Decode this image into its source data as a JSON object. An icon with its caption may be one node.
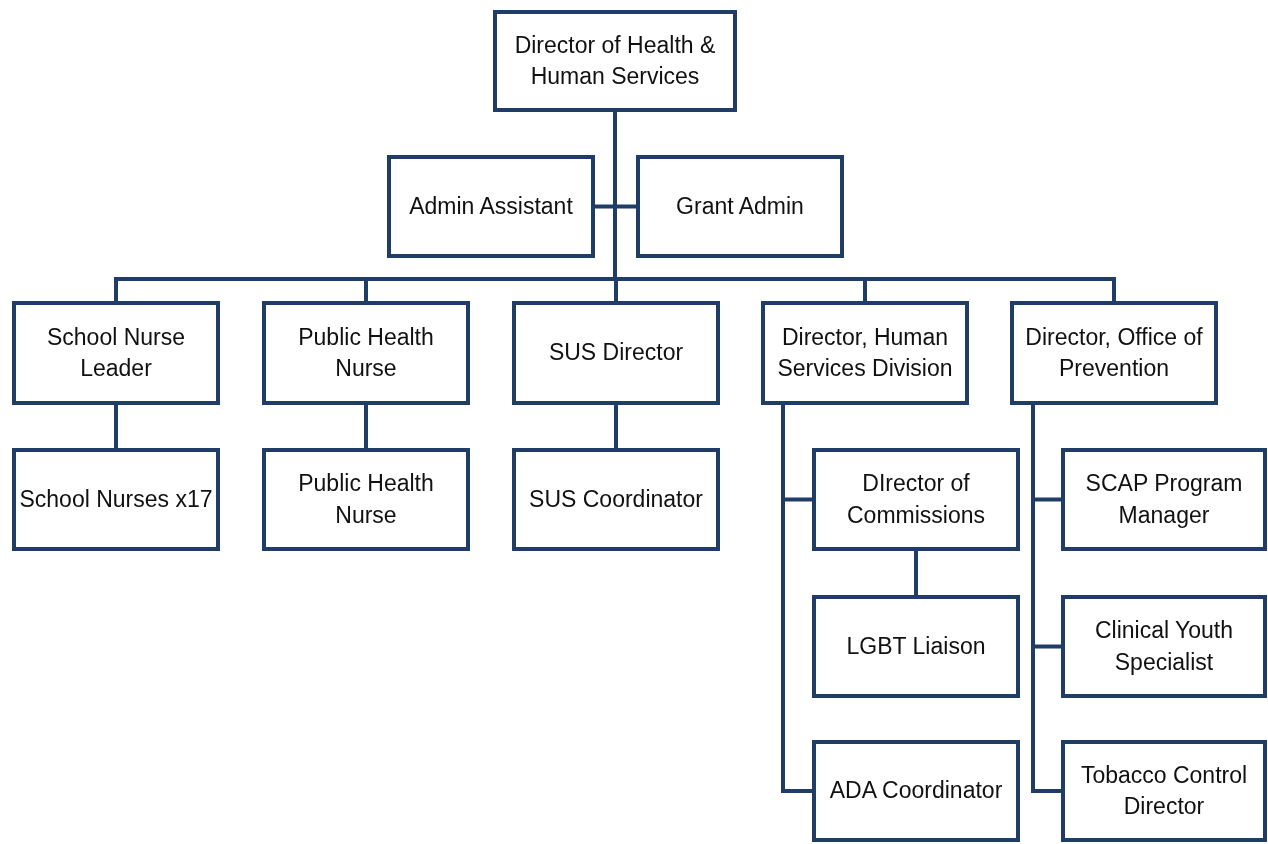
{
  "diagram": {
    "nodes": [
      {
        "text": [
          "Director of Health & Human Services"
        ]
      },
      {
        "text": [
          "Admin Assistant"
        ]
      },
      {
        "text": [
          "Grant Admin"
        ]
      },
      {
        "text": [
          "School Nurse Leader"
        ]
      },
      {
        "text": [
          "Public Health Nurse"
        ]
      },
      {
        "text": [
          "SUS Director"
        ]
      },
      {
        "text": [
          "Director, Human Services Division"
        ]
      },
      {
        "text": [
          "Director, Office of Prevention"
        ]
      },
      {
        "text": [
          "School Nurses x17"
        ]
      },
      {
        "text": [
          "Public Health Nurse"
        ]
      },
      {
        "text": [
          "SUS Coordinator"
        ]
      },
      {
        "text": [
          "DIrector of Commissions"
        ]
      },
      {
        "text": [
          "LGBT Liaison"
        ]
      },
      {
        "text": [
          "ADA Coordinator"
        ]
      },
      {
        "text": [
          "SCAP Program Manager"
        ]
      },
      {
        "text": [
          "Clinical Youth Specialist"
        ]
      },
      {
        "text": [
          "Tobacco Control Director"
        ]
      }
    ],
    "edges": [
      {
        "from": 0,
        "to": 1,
        "arrow": "none"
      },
      {
        "from": 0,
        "to": 2,
        "arrow": "none"
      },
      {
        "from": 0,
        "to": 3,
        "arrow": "none"
      },
      {
        "from": 0,
        "to": 4,
        "arrow": "none"
      },
      {
        "from": 0,
        "to": 5,
        "arrow": "none"
      },
      {
        "from": 0,
        "to": 6,
        "arrow": "none"
      },
      {
        "from": 0,
        "to": 7,
        "arrow": "none"
      },
      {
        "from": 3,
        "to": 8,
        "arrow": "none"
      },
      {
        "from": 4,
        "to": 9,
        "arrow": "none"
      },
      {
        "from": 5,
        "to": 10,
        "arrow": "none"
      },
      {
        "from": 6,
        "to": 11,
        "arrow": "none"
      },
      {
        "from": 11,
        "to": 12,
        "arrow": "none"
      },
      {
        "from": 6,
        "to": 13,
        "arrow": "none"
      },
      {
        "from": 7,
        "to": 14,
        "arrow": "none"
      },
      {
        "from": 7,
        "to": 15,
        "arrow": "none"
      },
      {
        "from": 7,
        "to": 16,
        "arrow": "none"
      }
    ]
  }
}
